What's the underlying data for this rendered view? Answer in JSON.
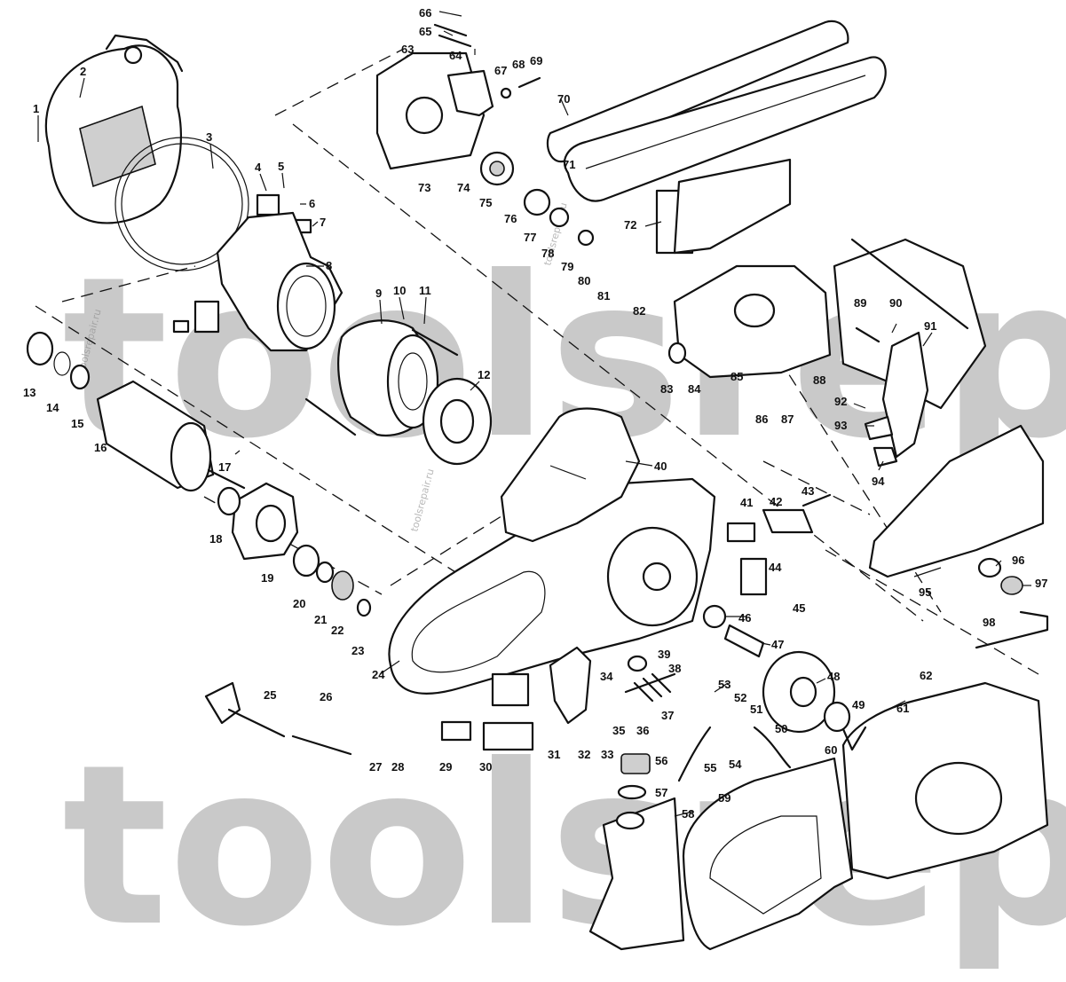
{
  "watermark": {
    "main": "toolsrepair.ru",
    "small": "toolsrepair.ru"
  },
  "callouts": [
    "1",
    "2",
    "3",
    "4",
    "5",
    "6",
    "7",
    "8",
    "9",
    "10",
    "11",
    "12",
    "13",
    "14",
    "15",
    "16",
    "17",
    "18",
    "19",
    "20",
    "21",
    "22",
    "23",
    "24",
    "25",
    "26",
    "27",
    "28",
    "29",
    "30",
    "31",
    "32",
    "33",
    "34",
    "35",
    "36",
    "37",
    "38",
    "39",
    "40",
    "41",
    "42",
    "43",
    "44",
    "45",
    "46",
    "47",
    "48",
    "49",
    "50",
    "51",
    "52",
    "53",
    "54",
    "55",
    "56",
    "57",
    "58",
    "59",
    "60",
    "61",
    "62",
    "63",
    "64",
    "65",
    "66",
    "67",
    "68",
    "69",
    "70",
    "71",
    "72",
    "73",
    "74",
    "75",
    "76",
    "77",
    "78",
    "79",
    "80",
    "81",
    "82",
    "83",
    "84",
    "85",
    "86",
    "87",
    "88",
    "89",
    "90",
    "91",
    "92",
    "93",
    "94",
    "95",
    "96",
    "97",
    "98"
  ]
}
